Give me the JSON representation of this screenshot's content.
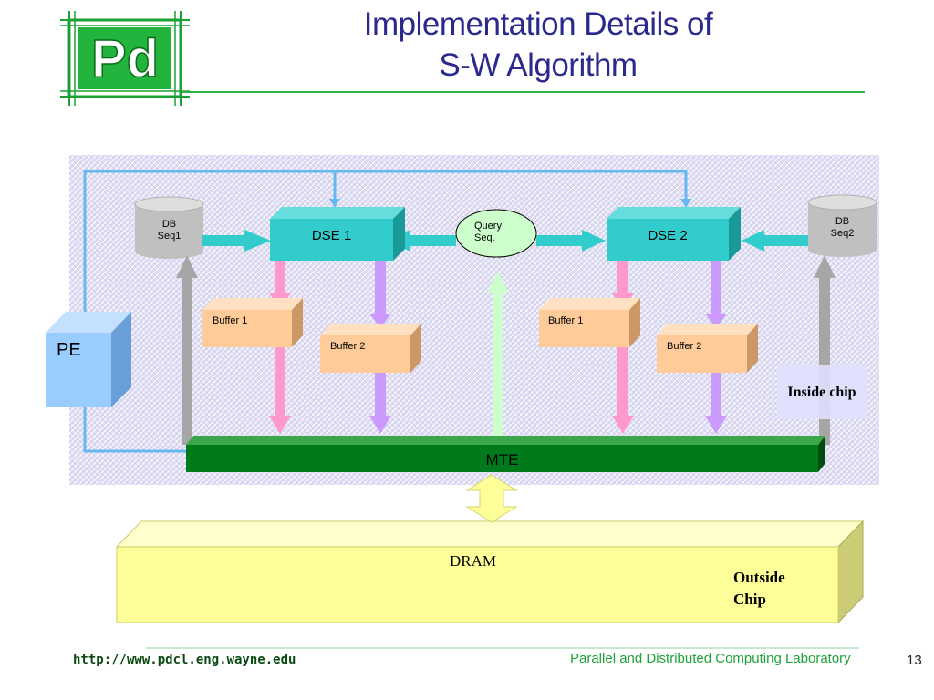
{
  "slide": {
    "title_line1": "Implementation Details of",
    "title_line2": "S-W Algorithm",
    "page_number": "13"
  },
  "logo": {
    "text": "Pd"
  },
  "footer": {
    "url": "http://www.pdcl.eng.wayne.edu",
    "lab": "Parallel and Distributed Computing Laboratory"
  },
  "diagram": {
    "db1": {
      "line1": "DB",
      "line2": "Seq1"
    },
    "db2": {
      "line1": "DB",
      "line2": "Seq2"
    },
    "dse1": "DSE 1",
    "dse2": "DSE 2",
    "query": {
      "line1": "Query",
      "line2": "Seq."
    },
    "buffer1_left": "Buffer 1",
    "buffer2_left": "Buffer 2",
    "buffer1_right": "Buffer 1",
    "buffer2_right": "Buffer 2",
    "pe": "PE",
    "mte": "MTE",
    "inside_chip": "Inside chip",
    "dram": "DRAM",
    "outside_chip": {
      "line1": "Outside",
      "line2": "Chip"
    }
  },
  "colors": {
    "title": "#2a2a8c",
    "dse": "#33cccc",
    "mte": "#007a1a",
    "dram": "#ffff99",
    "buffer": "#ffcc99",
    "pe": "#99ccff",
    "query": "#ccffcc"
  }
}
